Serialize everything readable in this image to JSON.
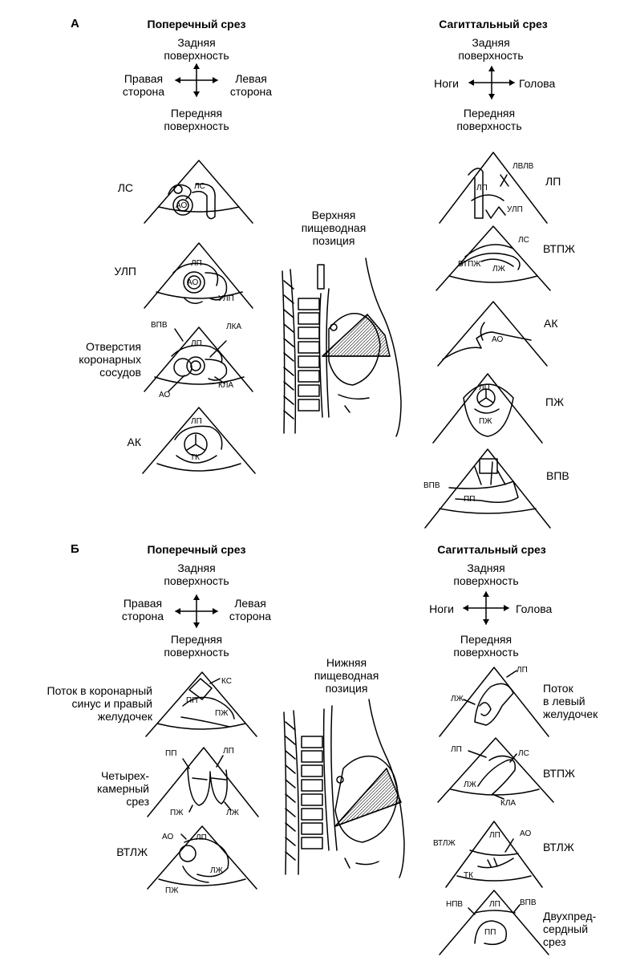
{
  "partA": {
    "letter": "А",
    "transverse_title": "Поперечный срез",
    "sagittal_title": "Сагиттальный срез",
    "transverse_axes": {
      "top": [
        "Задняя",
        "поверхность"
      ],
      "left": [
        "Правая",
        "сторона"
      ],
      "right": [
        "Левая",
        "сторона"
      ],
      "bottom": [
        "Передняя",
        "поверхность"
      ]
    },
    "sagittal_axes": {
      "top": [
        "Задняя",
        "поверхность"
      ],
      "left": [
        "Ноги"
      ],
      "right": [
        "Голова"
      ],
      "bottom": [
        "Передняя",
        "поверхность"
      ]
    },
    "probe_position": [
      "Верхняя",
      "пищеводная",
      "позиция"
    ],
    "transverse_views": [
      {
        "label": [
          "ЛС"
        ],
        "structures": [
          "ЛС",
          "АО"
        ]
      },
      {
        "label": [
          "УЛП"
        ],
        "structures": [
          "ЛП",
          "АО",
          "УЛП"
        ]
      },
      {
        "label": [
          "Отверстия",
          "коронарных",
          "сосудов"
        ],
        "structures": [
          "ВПВ",
          "ЛП",
          "ЛКА",
          "АО",
          "КЛА"
        ]
      },
      {
        "label": [
          "АК"
        ],
        "structures": [
          "ЛП",
          "ТК"
        ]
      }
    ],
    "sagittal_views": [
      {
        "label": [
          "ЛП"
        ],
        "structures": [
          "ЛВЛВ",
          "ЛП",
          "УЛП"
        ]
      },
      {
        "label": [
          "ВТПЖ"
        ],
        "structures": [
          "ЛС",
          "ВТПЖ",
          "ЛЖ"
        ]
      },
      {
        "label": [
          "АК"
        ],
        "structures": [
          "АО"
        ]
      },
      {
        "label": [
          "ПЖ"
        ],
        "structures": [
          "ЛП",
          "ПЖ"
        ]
      },
      {
        "label": [
          "ВПВ"
        ],
        "structures": [
          "ВПВ",
          "ПП"
        ]
      }
    ]
  },
  "partB": {
    "letter": "Б",
    "transverse_title": "Поперечный срез",
    "sagittal_title": "Сагиттальный срез",
    "transverse_axes": {
      "top": [
        "Задняя",
        "поверхность"
      ],
      "left": [
        "Правая",
        "сторона"
      ],
      "right": [
        "Левая",
        "сторона"
      ],
      "bottom": [
        "Передняя",
        "поверхность"
      ]
    },
    "sagittal_axes": {
      "top": [
        "Задняя",
        "поверхность"
      ],
      "left": [
        "Ноги"
      ],
      "right": [
        "Голова"
      ],
      "bottom": [
        "Передняя",
        "поверхность"
      ]
    },
    "probe_position": [
      "Нижняя",
      "пищеводная",
      "позиция"
    ],
    "transverse_views": [
      {
        "label": [
          "Поток в коронарный",
          "синус и правый",
          "желудочек"
        ],
        "structures": [
          "КС",
          "ПП",
          "ПЖ"
        ]
      },
      {
        "label": [
          "Четырех-",
          "камерный",
          "срез"
        ],
        "structures": [
          "ПП",
          "ЛП",
          "ПЖ",
          "ЛЖ"
        ]
      },
      {
        "label": [
          "ВТЛЖ"
        ],
        "structures": [
          "АО",
          "ЛП",
          "ЛЖ",
          "ПЖ"
        ]
      }
    ],
    "sagittal_views": [
      {
        "label": [
          "Поток",
          "в левый",
          "желудочек"
        ],
        "structures": [
          "ЛП",
          "ЛЖ"
        ]
      },
      {
        "label": [
          "ВТПЖ"
        ],
        "structures": [
          "ЛП",
          "ЛС",
          "ЛЖ",
          "КЛА"
        ]
      },
      {
        "label": [
          "ВТЛЖ"
        ],
        "structures": [
          "ВТЛЖ",
          "ЛП",
          "АО",
          "ТК"
        ]
      },
      {
        "label": [
          "Двухпред-",
          "сердный",
          "срез"
        ],
        "structures": [
          "НПВ",
          "ЛП",
          "ВПВ",
          "ПП"
        ]
      }
    ]
  }
}
